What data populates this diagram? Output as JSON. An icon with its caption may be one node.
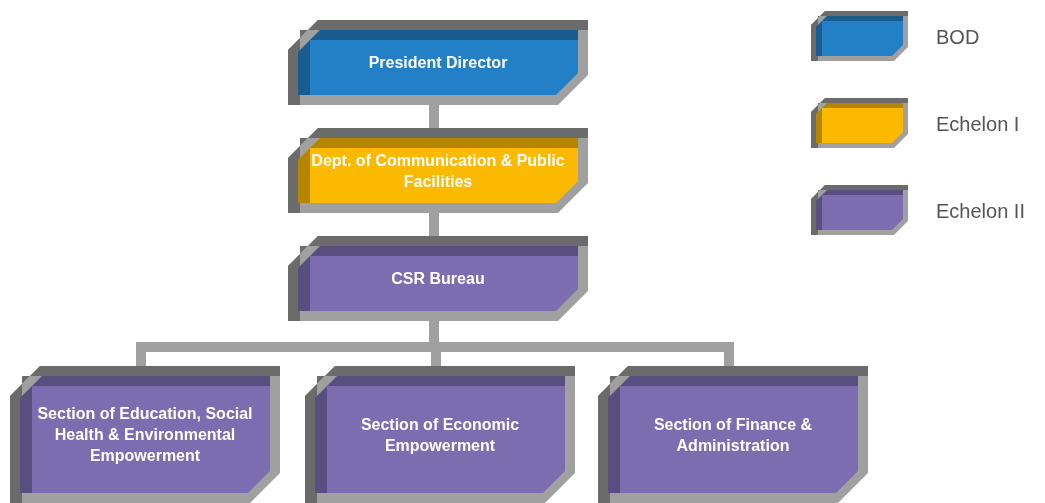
{
  "diagram": {
    "nodes": [
      {
        "text": [
          "President Director"
        ]
      },
      {
        "text": [
          "Dept. of Communication & Public Facilities"
        ]
      },
      {
        "text": [
          "CSR Bureau"
        ]
      },
      {
        "text": [
          "Section of Education, Social Health & Environmental Empowerment"
        ]
      },
      {
        "text": [
          "Section of Economic Empowerment"
        ]
      },
      {
        "text": [
          "Section of Finance & Administration"
        ]
      }
    ],
    "edges": [
      {
        "from": 0,
        "to": 1,
        "arrow": "none"
      },
      {
        "from": 1,
        "to": 2,
        "arrow": "none"
      },
      {
        "from": 2,
        "to": 3,
        "arrow": "none"
      },
      {
        "from": 2,
        "to": 4,
        "arrow": "none"
      },
      {
        "from": 2,
        "to": 5,
        "arrow": "none"
      }
    ],
    "legend": [
      {
        "text": "BOD",
        "color": "#2480c6"
      },
      {
        "text": "Echelon I",
        "color": "#fbb900"
      },
      {
        "text": "Echelon II",
        "color": "#7b6db0"
      }
    ]
  }
}
